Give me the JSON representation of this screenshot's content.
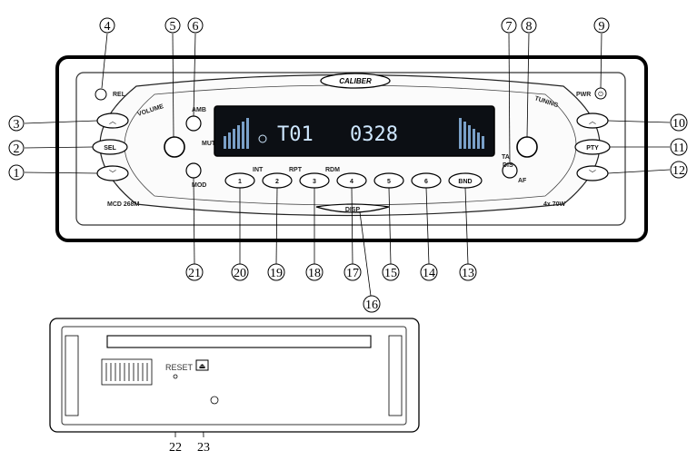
{
  "brand": "CALIBER",
  "model": "MCD 268M",
  "power_rating": "4x 70W",
  "panel_labels": {
    "volume": "VOLUME",
    "tuning": "TUNING",
    "rel": "REL",
    "pwr": "PWR",
    "amb": "AMB",
    "mute": "MUTE",
    "mod": "MOD",
    "ta": "TA",
    "dis": "DIS",
    "af": "AF",
    "int": "INT",
    "rpt": "RPT",
    "rdm": "RDM",
    "disp": "DISP",
    "pty": "PTY",
    "sel": "SEL",
    "bnd": "BND",
    "reset": "RESET"
  },
  "presets": [
    "1",
    "2",
    "3",
    "4",
    "5",
    "6"
  ],
  "lcd": {
    "track": "T01",
    "time": "0328"
  },
  "callouts": {
    "c1": "1",
    "c2": "2",
    "c3": "3",
    "c4": "4",
    "c5": "5",
    "c6": "6",
    "c7": "7",
    "c8": "8",
    "c9": "9",
    "c10": "10",
    "c11": "11",
    "c12": "12",
    "c13": "13",
    "c14": "14",
    "c15": "15",
    "c16": "16",
    "c17": "17",
    "c18": "18",
    "c19": "19",
    "c20": "20",
    "c21": "21",
    "c22": "22",
    "c23": "23"
  }
}
